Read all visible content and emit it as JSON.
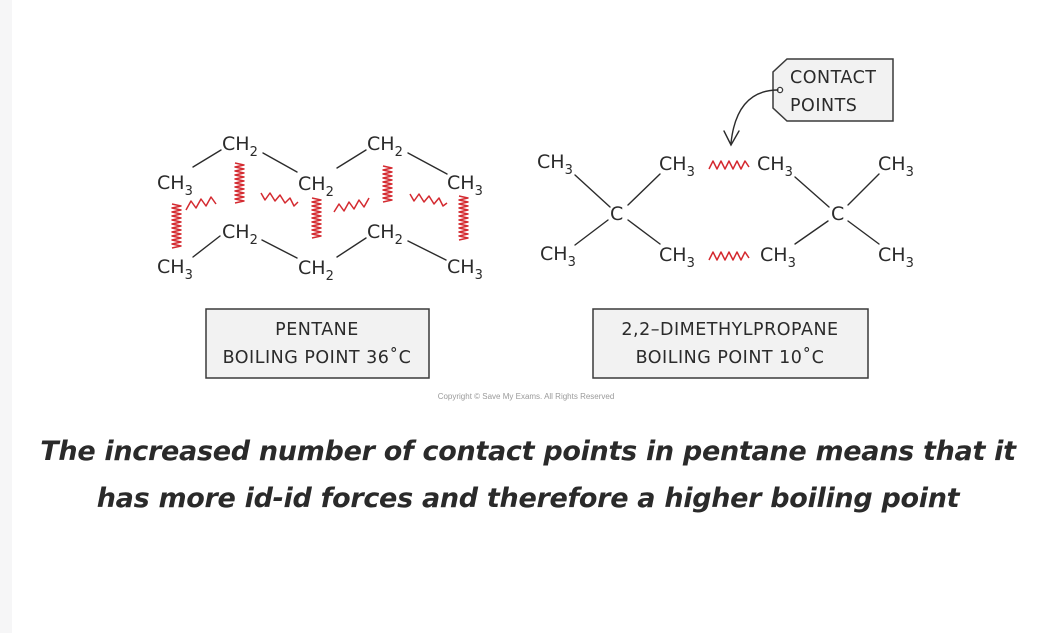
{
  "colors": {
    "contact_points": "#d42a30",
    "box_fill": "#f2f2f2",
    "text": "#2a2a2a"
  },
  "pentane": {
    "groups": [
      {
        "id": "ch3-a",
        "main": "CH",
        "sub": "3"
      },
      {
        "id": "ch2-b",
        "main": "CH",
        "sub": "2"
      },
      {
        "id": "ch2-c",
        "main": "CH",
        "sub": "2"
      },
      {
        "id": "ch2-d",
        "main": "CH",
        "sub": "2"
      },
      {
        "id": "ch3-e",
        "main": "CH",
        "sub": "3"
      },
      {
        "id": "ch3-f",
        "main": "CH",
        "sub": "3"
      },
      {
        "id": "ch2-g",
        "main": "CH",
        "sub": "2"
      },
      {
        "id": "ch2-h",
        "main": "CH",
        "sub": "2"
      },
      {
        "id": "ch2-i",
        "main": "CH",
        "sub": "2"
      },
      {
        "id": "ch3-j",
        "main": "CH",
        "sub": "3"
      }
    ],
    "box": {
      "name": "PENTANE",
      "boiling_point": "BOILING  POINT  36˚C"
    }
  },
  "dimethylpropane": {
    "groups": [
      {
        "id": "l-ch3-tl",
        "main": "CH",
        "sub": "3"
      },
      {
        "id": "l-ch3-bl",
        "main": "CH",
        "sub": "3"
      },
      {
        "id": "l-c",
        "main": "C",
        "sub": ""
      },
      {
        "id": "l-ch3-tr",
        "main": "CH",
        "sub": "3"
      },
      {
        "id": "l-ch3-br",
        "main": "CH",
        "sub": "3"
      },
      {
        "id": "r-ch3-tl",
        "main": "CH",
        "sub": "3"
      },
      {
        "id": "r-ch3-bl",
        "main": "CH",
        "sub": "3"
      },
      {
        "id": "r-c",
        "main": "C",
        "sub": ""
      },
      {
        "id": "r-ch3-tr",
        "main": "CH",
        "sub": "3"
      },
      {
        "id": "r-ch3-br",
        "main": "CH",
        "sub": "3"
      }
    ],
    "box": {
      "name": "2,2–DIMETHYLPROPANE",
      "boiling_point": "BOILING  POINT  10˚C"
    }
  },
  "tag": {
    "line1": "CONTACT",
    "line2": "POINTS"
  },
  "copyright": "Copyright © Save My Exams. All Rights Reserved",
  "caption": "The increased number of contact points in pentane means that it has more id-id forces and therefore a higher boiling point"
}
